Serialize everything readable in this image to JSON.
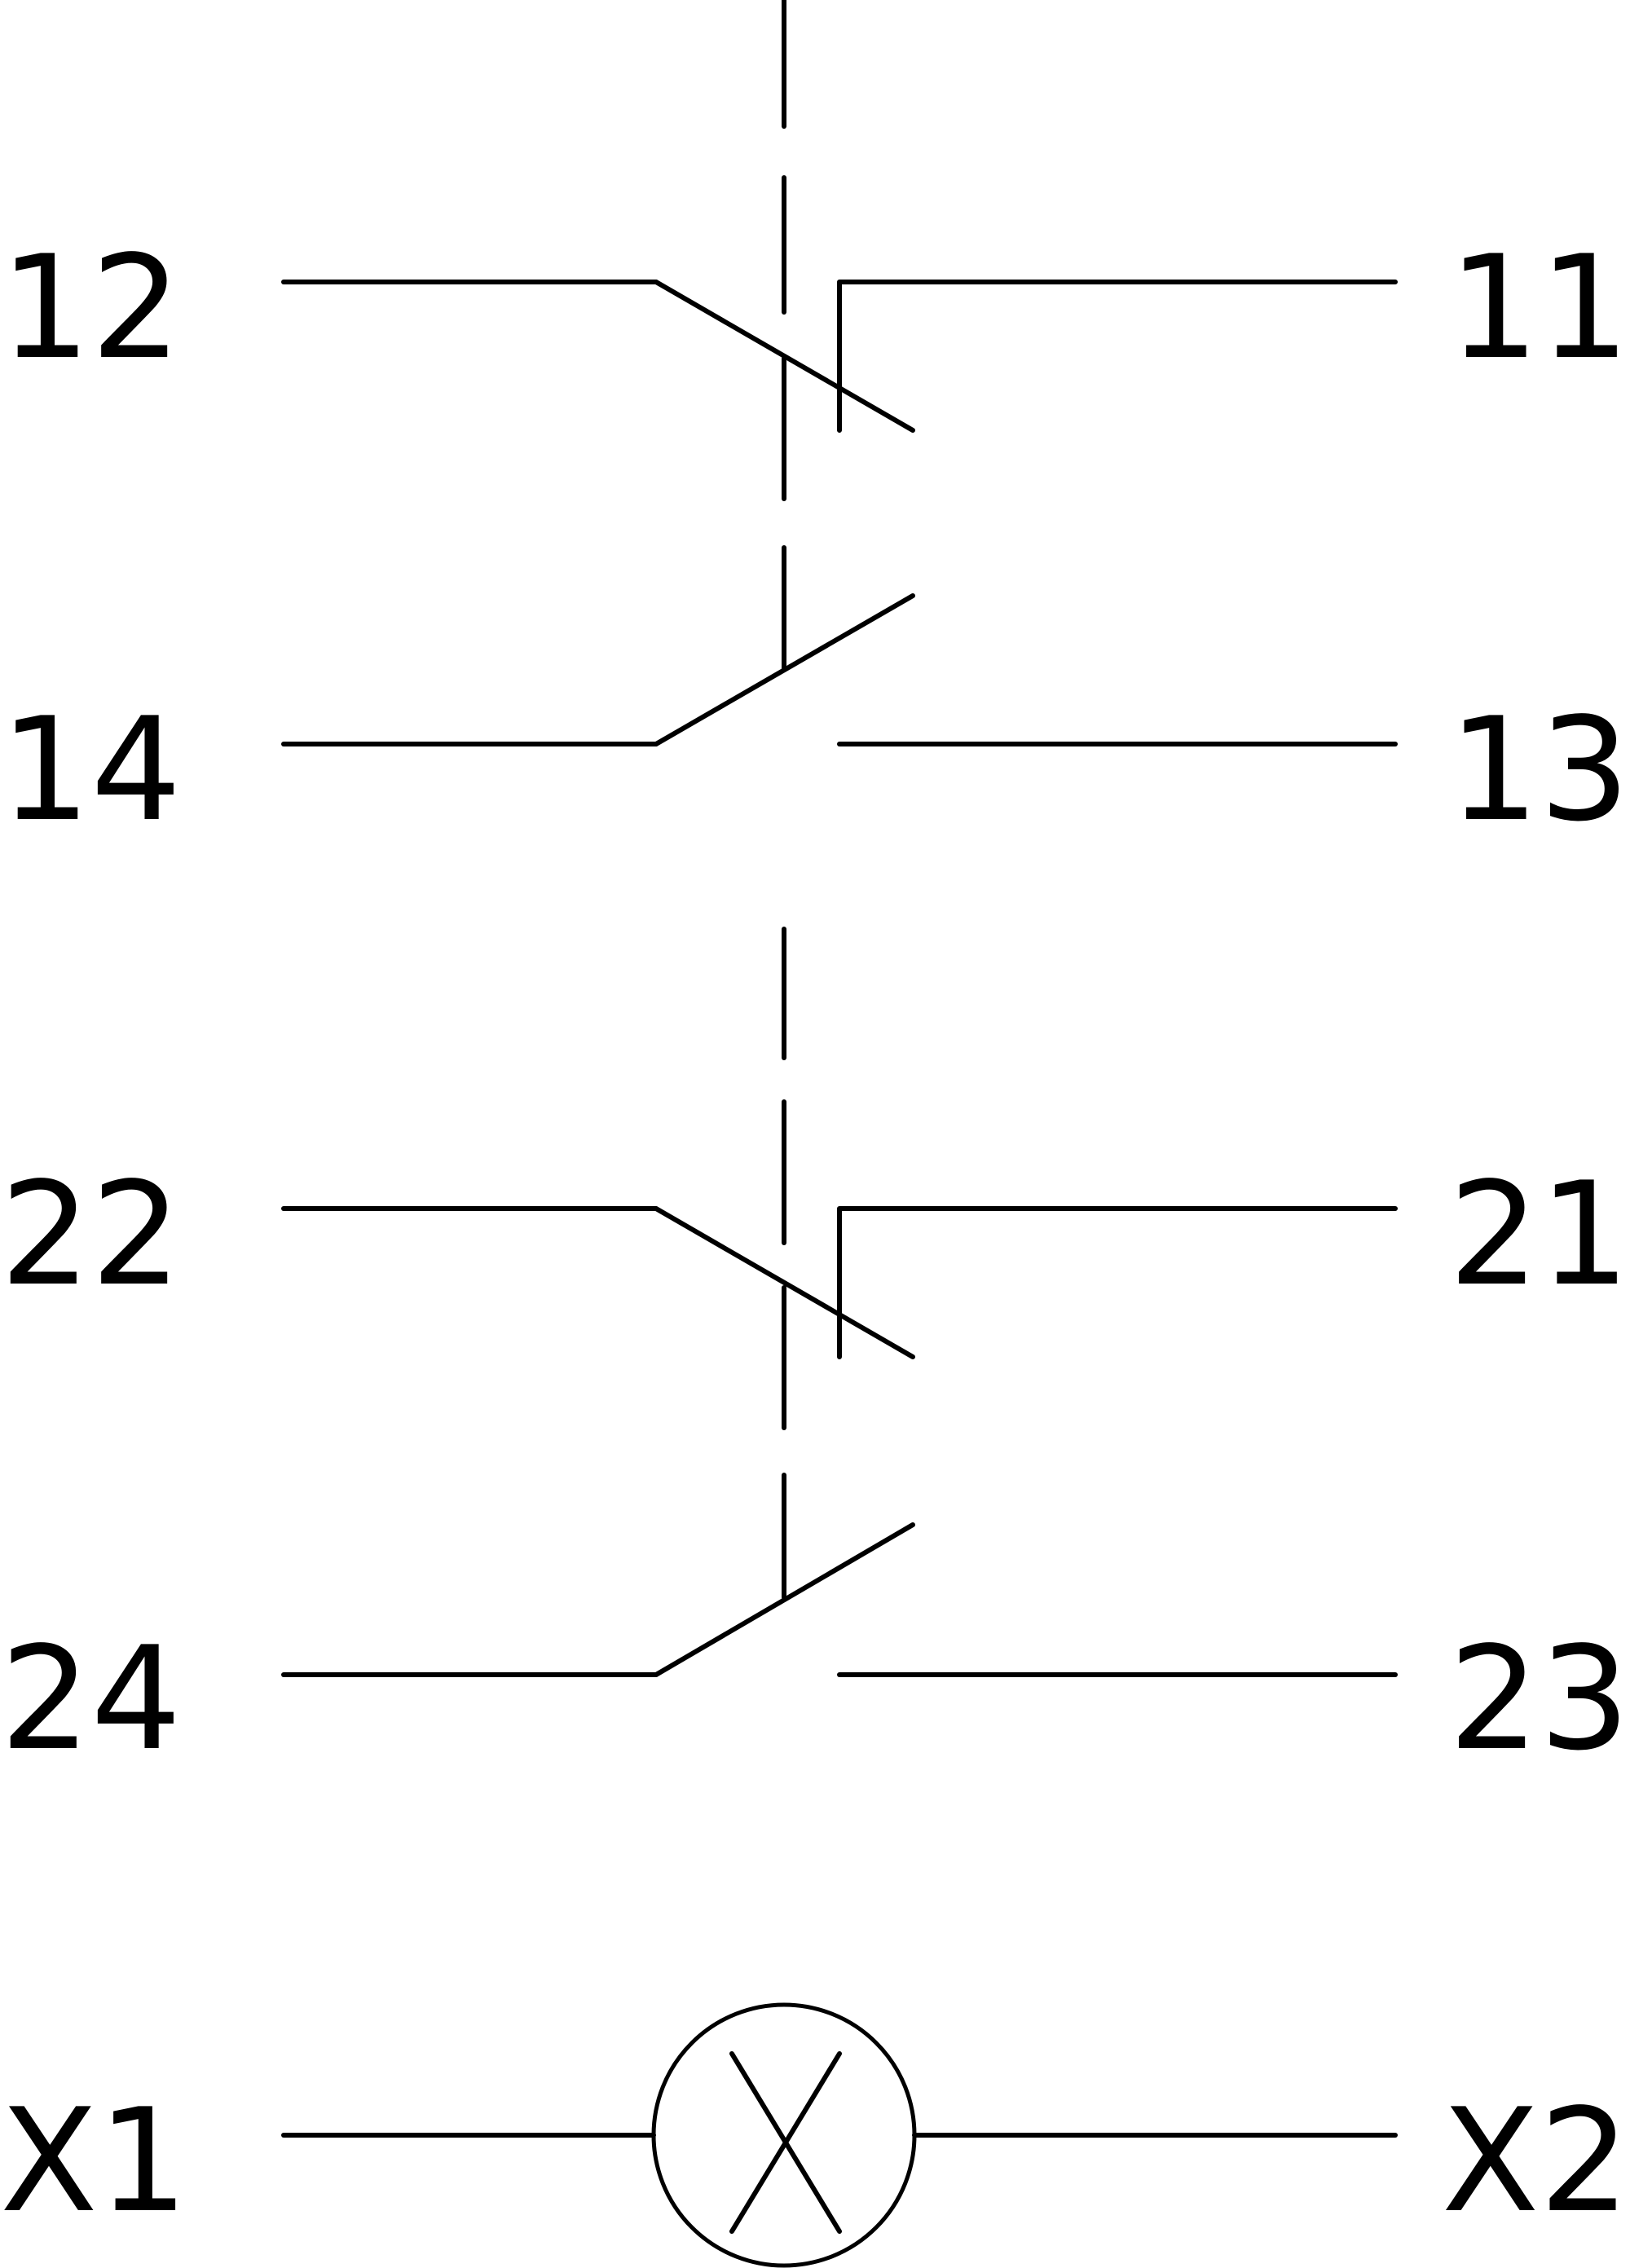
{
  "diagram": {
    "contact_1": {
      "type": "normally-closed contact",
      "left_terminal": "12",
      "right_terminal": "11"
    },
    "contact_2": {
      "type": "normally-open contact",
      "left_terminal": "14",
      "right_terminal": "13"
    },
    "contact_3": {
      "type": "normally-closed contact",
      "left_terminal": "22",
      "right_terminal": "21"
    },
    "contact_4": {
      "type": "normally-open contact",
      "left_terminal": "24",
      "right_terminal": "23"
    },
    "lamp": {
      "type": "indicator lamp",
      "left_terminal": "X1",
      "right_terminal": "X2"
    },
    "colors": {
      "stroke": "#000000",
      "background": "#ffffff"
    }
  }
}
